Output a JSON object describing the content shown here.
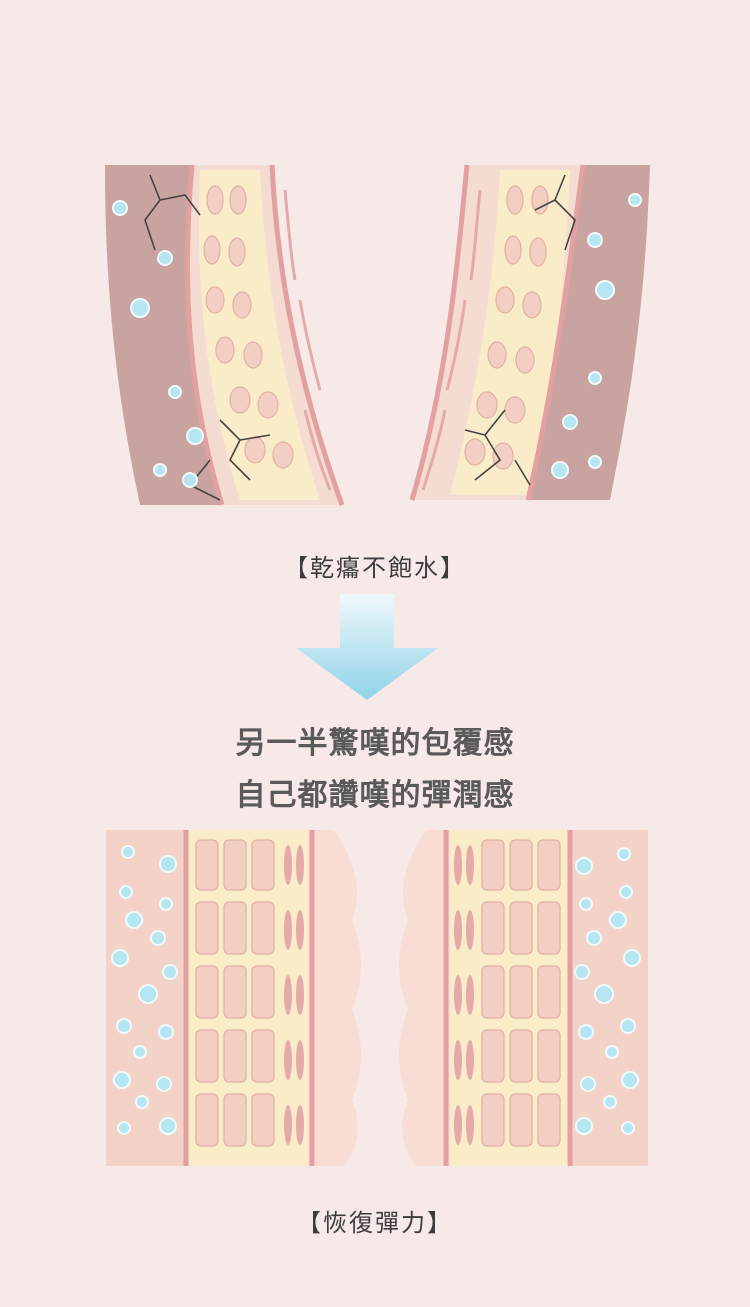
{
  "captions": {
    "dry": "【乾癟不飽水】",
    "restored": "【恢復彈力】"
  },
  "headline": {
    "line1": "另一半驚嘆的包覆感",
    "line2": "自己都讚嘆的彈潤感"
  },
  "icons": {
    "transition": "down-arrow-icon"
  },
  "colors": {
    "background": "#f8e9e9",
    "arrow_top": "#f1f8fb",
    "arrow_bottom": "#8fd3e8",
    "skin_outer": "#caa1a1",
    "skin_layer": "#f4dcd2",
    "cell_cream": "#faecc9",
    "vessel_pink": "#e8a9a9",
    "droplet": "#b5e6f2"
  }
}
